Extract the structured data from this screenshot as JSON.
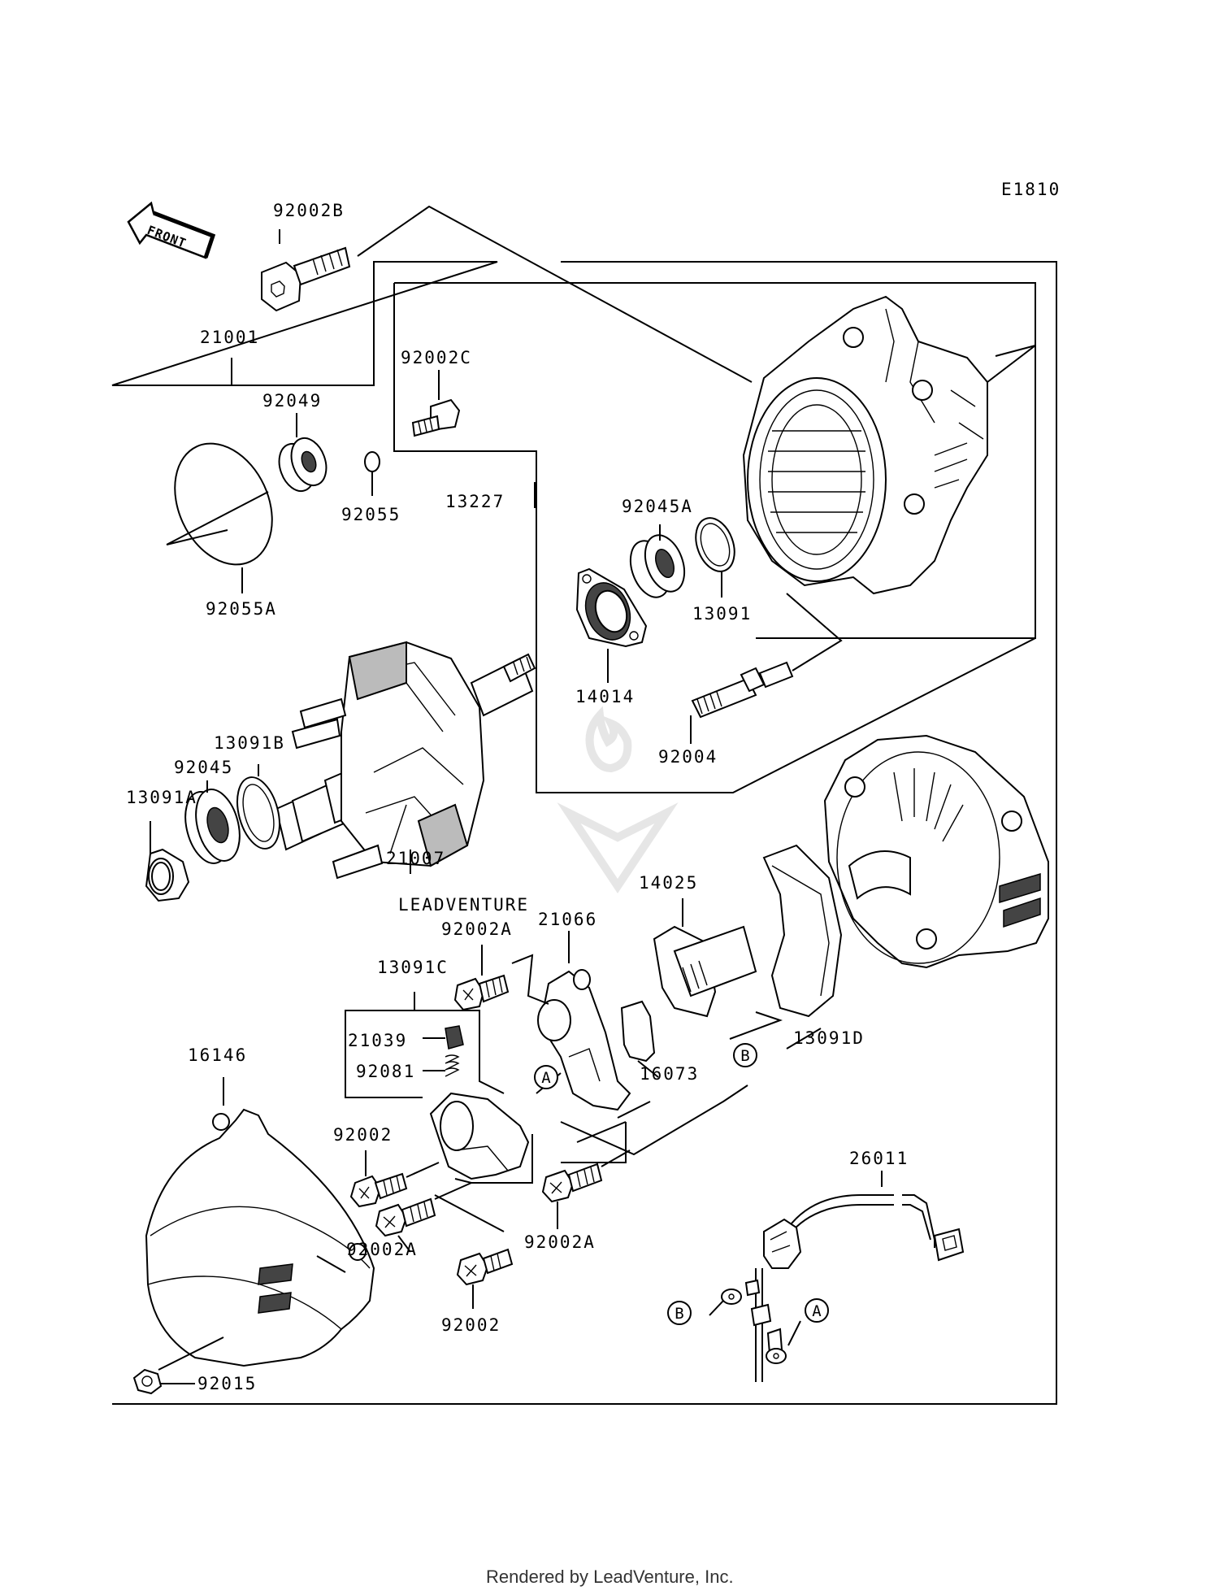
{
  "diagram_code": "E1810",
  "front_label": "FRONT",
  "callouts": {
    "bolt_top": "92002B",
    "assembly": "21001",
    "screw_c": "92002C",
    "stator_housing": "13227",
    "bearing_top": "92049",
    "circlip": "92055",
    "o_ring": "92055A",
    "bearing_b": "92045A",
    "seal_top": "13091",
    "plate": "14014",
    "stud": "92004",
    "collar_b": "13091B",
    "bearing_a": "92045",
    "collar_a": "13091A",
    "rotor": "21007",
    "brush_cover": "14025",
    "screw_a_top": "92002A",
    "holder": "21066",
    "kit_c": "13091C",
    "cover_d": "13091D",
    "brush": "21039",
    "spring": "92081",
    "insulator": "16073",
    "cover": "16146",
    "screw_left": "92002",
    "screw_a_left": "92002A",
    "screw_a_right": "92002A",
    "screw_bottom": "92002",
    "nut": "92015",
    "lead": "26011"
  },
  "ref_marks": {
    "a_upper": "A",
    "b_upper": "B",
    "b_lower": "B",
    "a_lower": "A"
  },
  "watermark": "LEADVENTURE",
  "footer": "Rendered by LeadVenture, Inc."
}
